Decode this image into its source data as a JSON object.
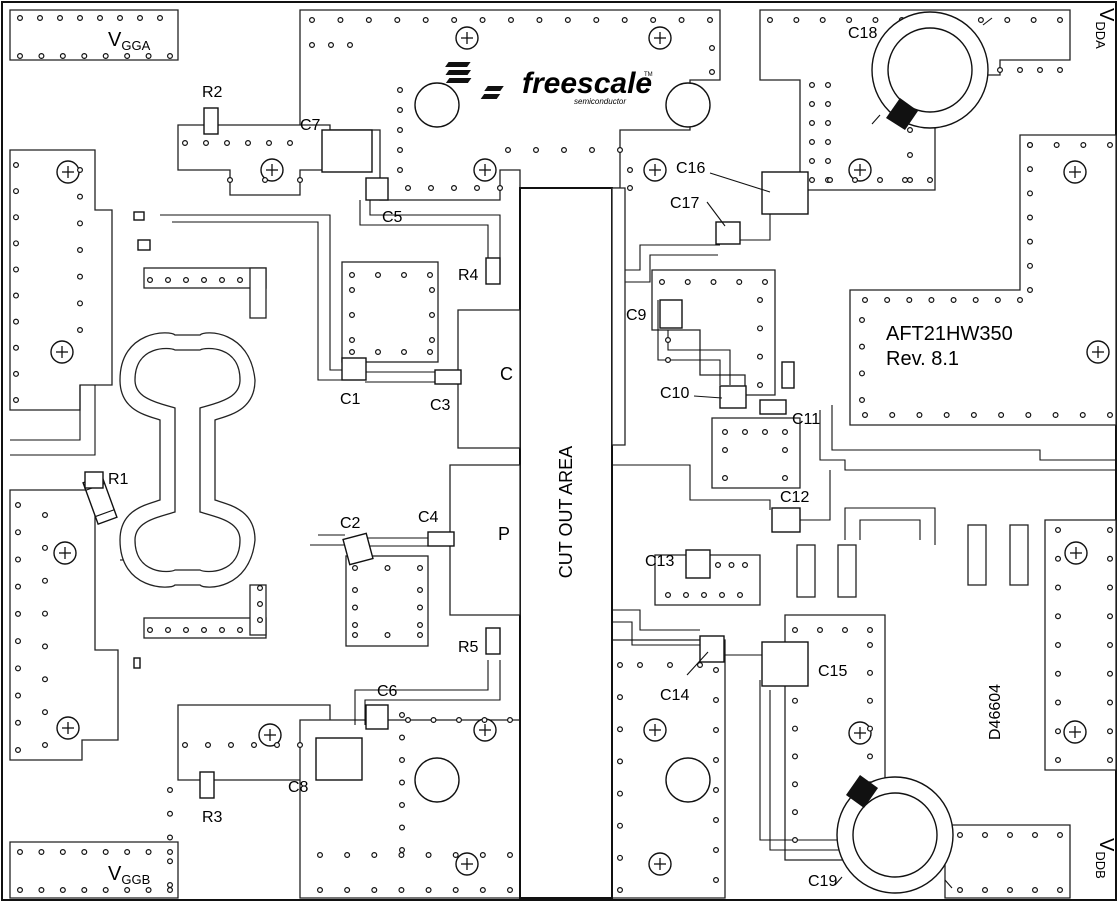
{
  "board": {
    "part_number": "AFT21HW350",
    "revision": "Rev. 8.1",
    "drawing_number": "D46604",
    "cut_out_label": "CUT OUT AREA",
    "logo_text": "freescale",
    "logo_tm": "TM",
    "logo_subtext": "semiconductor"
  },
  "supply_labels": [
    {
      "id": "vgga",
      "main": "V",
      "sub": "GGA"
    },
    {
      "id": "vggb",
      "main": "V",
      "sub": "GGB"
    },
    {
      "id": "vdda",
      "main": "V",
      "sub": "DDA"
    },
    {
      "id": "vddb",
      "main": "V",
      "sub": "DDB"
    }
  ],
  "components": [
    {
      "ref": "R1",
      "kind": "resistor"
    },
    {
      "ref": "R2",
      "kind": "resistor"
    },
    {
      "ref": "R3",
      "kind": "resistor"
    },
    {
      "ref": "R4",
      "kind": "resistor"
    },
    {
      "ref": "R5",
      "kind": "resistor"
    },
    {
      "ref": "C1",
      "kind": "capacitor"
    },
    {
      "ref": "C2",
      "kind": "capacitor"
    },
    {
      "ref": "C3",
      "kind": "capacitor"
    },
    {
      "ref": "C4",
      "kind": "capacitor"
    },
    {
      "ref": "C5",
      "kind": "capacitor"
    },
    {
      "ref": "C6",
      "kind": "capacitor"
    },
    {
      "ref": "C7",
      "kind": "capacitor"
    },
    {
      "ref": "C8",
      "kind": "capacitor"
    },
    {
      "ref": "C9",
      "kind": "capacitor"
    },
    {
      "ref": "C10",
      "kind": "capacitor"
    },
    {
      "ref": "C11",
      "kind": "capacitor"
    },
    {
      "ref": "C12",
      "kind": "capacitor"
    },
    {
      "ref": "C13",
      "kind": "capacitor"
    },
    {
      "ref": "C14",
      "kind": "capacitor"
    },
    {
      "ref": "C15",
      "kind": "capacitor"
    },
    {
      "ref": "C16",
      "kind": "capacitor"
    },
    {
      "ref": "C17",
      "kind": "capacitor"
    },
    {
      "ref": "C18",
      "kind": "electrolytic capacitor"
    },
    {
      "ref": "C19",
      "kind": "electrolytic capacitor"
    }
  ],
  "device_pins": [
    {
      "id": "carrier",
      "label": "C"
    },
    {
      "id": "peaking",
      "label": "P"
    }
  ]
}
